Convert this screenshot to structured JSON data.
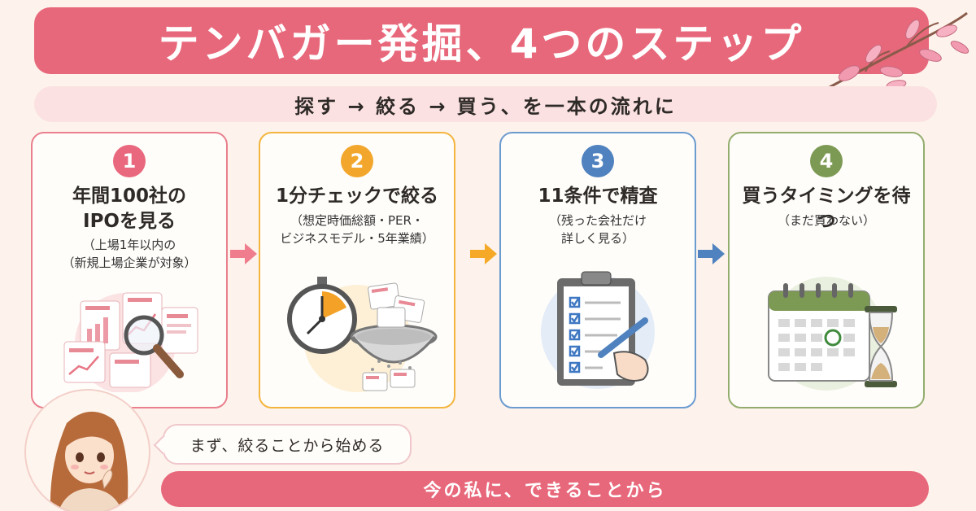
{
  "title": "テンバガー発掘、4つのステップ",
  "subtitle": "探す → 絞る → 買う、を一本の流れに",
  "steps": [
    {
      "number": "1",
      "heading_line1": "年間100社の",
      "heading_line2": "IPOを見る",
      "sub_line1": "（上場1年以内の",
      "sub_line2": "（新規上場企業が対象）",
      "color": "#e9687d",
      "illustration": "documents-magnifier-icon"
    },
    {
      "number": "2",
      "heading_line1": "1分チェックで絞る",
      "sub_line1": "（想定時価総額・PER・",
      "sub_line2": "ビジネスモデル・5年業績）",
      "color": "#f2a72c",
      "illustration": "stopwatch-sieve-icon"
    },
    {
      "number": "3",
      "heading_line1": "11条件で精査",
      "sub_line1": "（残った会社だけ",
      "sub_line2": "詳しく見る）",
      "color": "#4f82be",
      "illustration": "clipboard-checklist-icon"
    },
    {
      "number": "4",
      "heading_line1": "買うタイミングを待つ",
      "sub_line1": "（まだ買わない）",
      "color": "#7d9a55",
      "illustration": "calendar-hourglass-icon"
    }
  ],
  "speech_bubble": "まず、絞ることから始める",
  "footer": "今の私に、できることから",
  "colors": {
    "accent": "#e8687b",
    "background": "#fdf3ec",
    "subtitle_bg": "#fbe1e1"
  }
}
